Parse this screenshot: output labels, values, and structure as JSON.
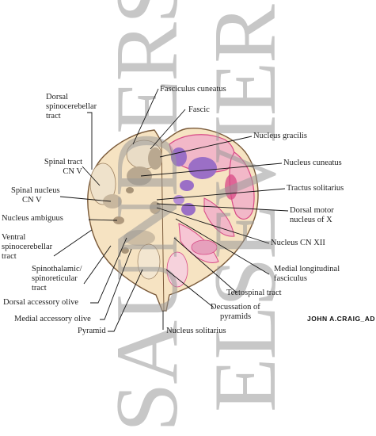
{
  "labels": {
    "dorsal_spinocerebellar": [
      "Dorsal",
      "spinocerebellar",
      "tract"
    ],
    "fasciculus_cuneatus": "Fasciculus cuneatus",
    "fasciculus_gracilis": "Fascic",
    "nucleus_gracilis": "Nucleus gracilis",
    "spinal_tract_cnv": [
      "Spinal tract",
      "CN V"
    ],
    "nucleus_cuneatus": "Nucleus cuneatus",
    "spinal_nucleus_cnv": [
      "Spinal nucleus",
      "CN V"
    ],
    "tractus_solitarius": "Tractus solitarius",
    "nucleus_ambiguus": "Nucleus ambiguus",
    "dorsal_motor_x": [
      "Dorsal motor",
      "nucleus of X"
    ],
    "ventral_spinocerebellar": [
      "Ventral",
      "spinocerebellar",
      "tract"
    ],
    "nucleus_cn_xii": "Nucleus CN XII",
    "spinothalamic": [
      "Spinothalamic/",
      "spinoreticular",
      "tract"
    ],
    "medial_longitudinal": [
      "Medial longitudinal",
      "fasciculus"
    ],
    "tectospinal": "Tectospinal tract",
    "dorsal_accessory_olive": "Dorsal accessory olive",
    "medial_accessory_olive": "Medial accessory olive",
    "decussation": [
      "Decussation of",
      "pyramids"
    ],
    "pyramid": "Pyramid",
    "nucleus_solitarius": "Nucleus solitarius"
  },
  "watermark": {
    "left": "SAUNDERS",
    "right": "ELSEVIER"
  },
  "signature": "JOHN A.CRAIG_AD",
  "colors": {
    "tissue": "#f6e3c2",
    "outline": "#7a5a3a",
    "pink": "#f2b8c8",
    "magenta": "#d84a86",
    "purple": "#9b6fc6",
    "gray_nucleus": "#b9a890",
    "line": "#111111"
  }
}
